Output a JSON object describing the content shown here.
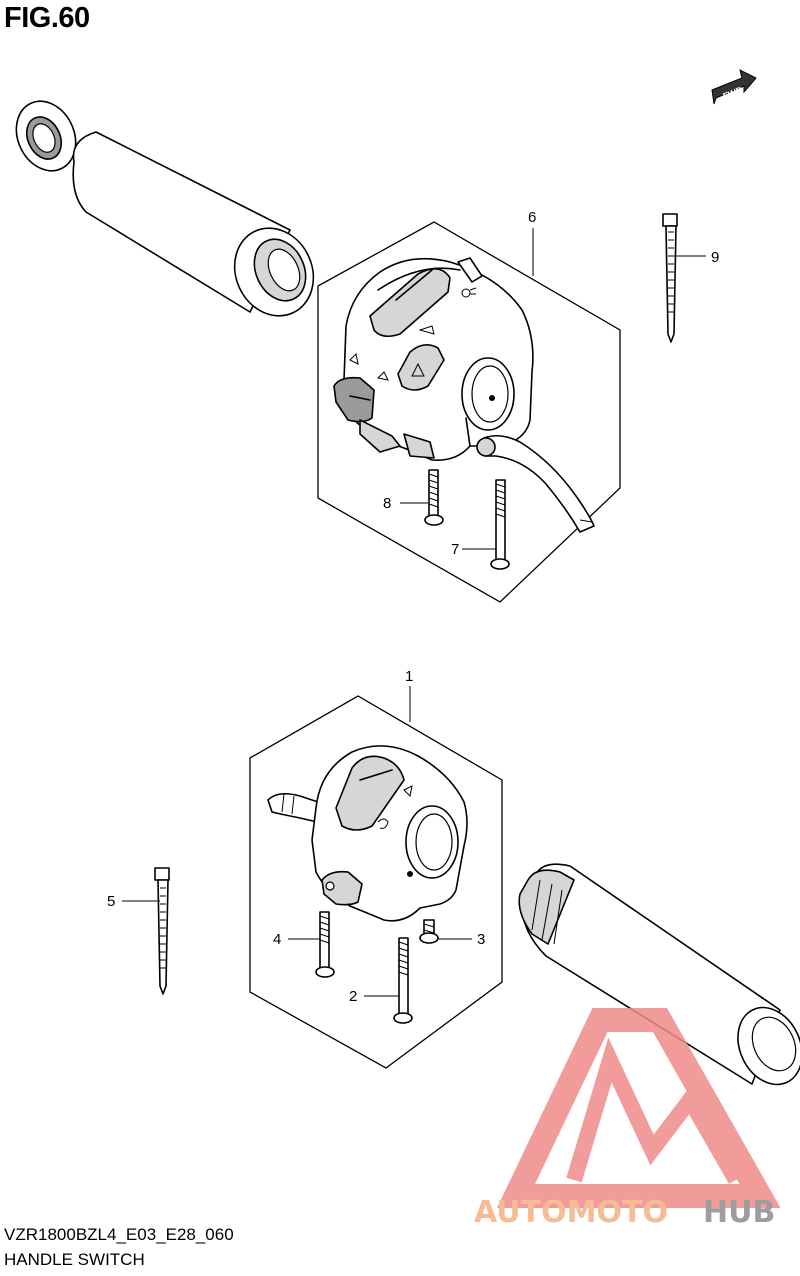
{
  "figure": {
    "title": "FIG.60"
  },
  "model_code": "VZR1800BZL4_E03_E28_060",
  "caption": "HANDLE SWITCH",
  "fwd_label": "FWD",
  "callouts": [
    "1",
    "2",
    "3",
    "4",
    "5",
    "6",
    "7",
    "8",
    "9"
  ],
  "watermark": {
    "text_a": "AUTOMOTO",
    "text_b": "HUB",
    "color_a": "#f4b183",
    "color_b": "#8c8c8c",
    "logo_color": "#f08a8a"
  }
}
